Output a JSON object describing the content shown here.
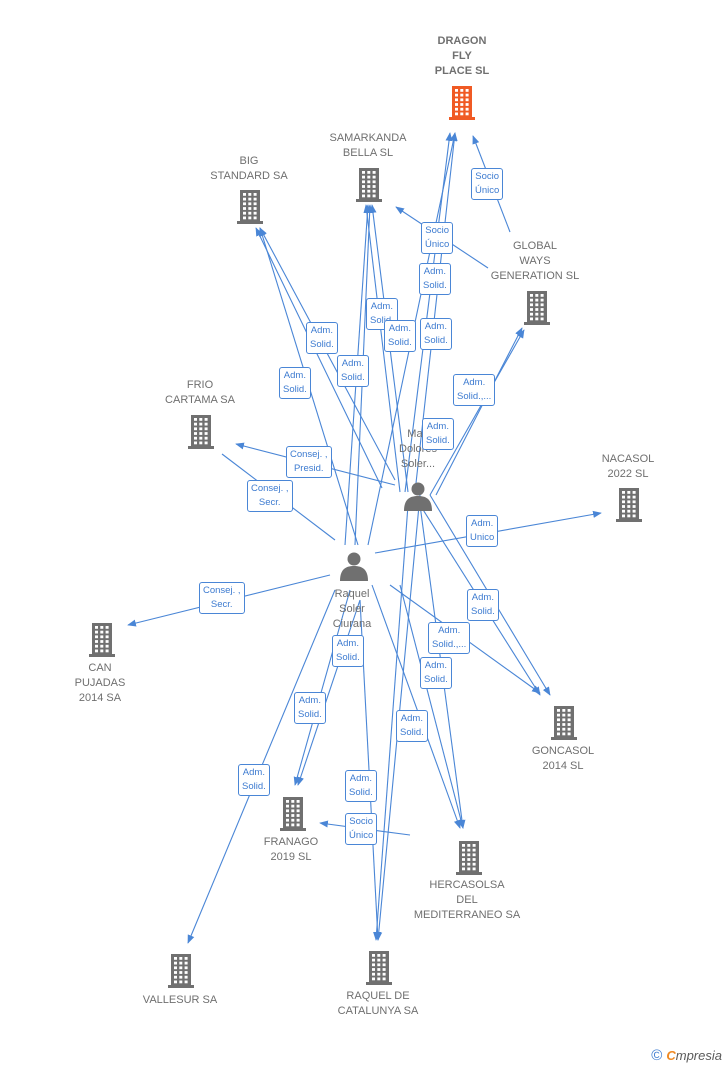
{
  "colors": {
    "edge": "#4a86d6",
    "building": "#707070",
    "highlight": "#f05a24",
    "person": "#707070"
  },
  "companies": [
    {
      "id": "dragon",
      "label": "DRAGON\nFLY\nPLACE  SL",
      "highlight": true
    },
    {
      "id": "samarkanda",
      "label": "SAMARKANDA\nBELLA  SL"
    },
    {
      "id": "big",
      "label": "BIG\nSTANDARD SA"
    },
    {
      "id": "global",
      "label": "GLOBAL\nWAYS\nGENERATION SL"
    },
    {
      "id": "frio",
      "label": "FRIO\nCARTAMA SA"
    },
    {
      "id": "nacasol",
      "label": "NACASOL\n2022  SL"
    },
    {
      "id": "can",
      "label": "CAN\nPUJADAS\n2014 SA"
    },
    {
      "id": "goncasol",
      "label": "GONCASOL\n2014  SL"
    },
    {
      "id": "franago",
      "label": "FRANAGO\n2019  SL"
    },
    {
      "id": "hercasolsa",
      "label": "HERCASOLSA\nDEL\nMEDITERRANEO SA"
    },
    {
      "id": "vallesur",
      "label": "VALLESUR SA"
    },
    {
      "id": "raqueldecat",
      "label": "RAQUEL DE\nCATALUNYA SA"
    }
  ],
  "persons": [
    {
      "id": "maria",
      "label": "Mari\nDolores\nSoler..."
    },
    {
      "id": "raquel",
      "label": "Raquel\nSoler\nCiurana"
    }
  ],
  "edge_labels": [
    "Socio\nÚnico",
    "Socio\nÚnico",
    "Adm.\nSolid.",
    "Adm.\nSolid.",
    "Adm.\nSolid.",
    "Adm.\nSolid.",
    "Adm.\nSolid.",
    "Adm.\nSolid.",
    "Adm.\nSolid.,...",
    "Adm.\nSolid.",
    "Consej. ,\nPresid.",
    "Consej. ,\nSecr.",
    "Adm.\nUnico",
    "Consej. ,\nSecr.",
    "Adm.\nSolid.",
    "Adm.\nSolid.,...",
    "Adm.\nSolid.",
    "Adm.\nSolid.",
    "Adm.\nSolid.",
    "Adm.\nSolid.",
    "Adm.\nSolid.",
    "Adm.\nSolid.",
    "Adm.\nSolid.",
    "Socio\nÚnico"
  ],
  "footer": {
    "copyright": "©",
    "brand_initial": "C",
    "brand_rest": "mpresia"
  }
}
